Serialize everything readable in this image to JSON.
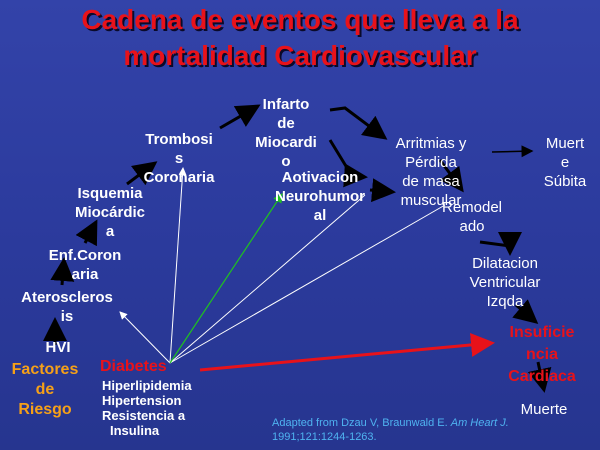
{
  "title": {
    "line1": "Cadena de eventos que lleva a la",
    "line2": "mortalidad Cardiovascular"
  },
  "nodes": {
    "factores": [
      "Factores",
      "de",
      "Riesgo"
    ],
    "hvi": "HVI",
    "aterosclerosis": [
      "Ateroscleros",
      "is"
    ],
    "enf_coronaria": [
      "Enf.Coron",
      "aria"
    ],
    "isquemia": [
      "Isquemia",
      "Miocárdic",
      "a"
    ],
    "trombosis": [
      "Trombosi",
      "s",
      "Coronaria"
    ],
    "infarto": [
      "Infarto",
      "de",
      "Miocardi",
      "o"
    ],
    "activacion": [
      "Aotivacion",
      "Neurohumor",
      "al"
    ],
    "arritmias": [
      "Arritmias y",
      "Pérdida",
      "de masa",
      "muscular"
    ],
    "remodelado": [
      "Remodel",
      "ado"
    ],
    "muerte_subita": [
      "Muert",
      "e",
      "Súbita"
    ],
    "dilatacion": [
      "Dilatacion",
      "Ventricular",
      "Izqda"
    ],
    "insuficiencia": [
      "Insuficie",
      "ncia",
      "Cardiaca"
    ],
    "muerte": "Muerte"
  },
  "diabetes": "Diabetes",
  "risk_factors": [
    "Hiperlipidemia",
    "Hipertension",
    "Resistencia a",
    "Insulina"
  ],
  "citation": {
    "line1_pre": "Adapted from Dzau V, Braunwald E. ",
    "line1_journal": "Am Heart J.",
    "line2": "1991;121:1244-1263."
  },
  "colors": {
    "background": "#2b3a9c",
    "title": "#e8121a",
    "factores": "#f5a018",
    "insuficiencia": "#e8121a",
    "citation": "#4fb3f0",
    "green_arrow": "#1fc21f",
    "red_arrow": "#e8121a"
  }
}
